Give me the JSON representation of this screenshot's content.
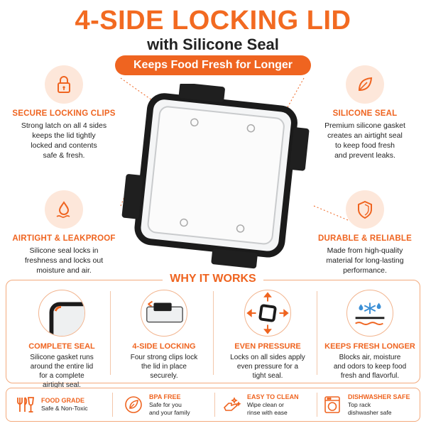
{
  "header": {
    "title": "4-SIDE LOCKING LID",
    "subtitle": "with Silicone Seal",
    "tagline": "Keeps Food Fresh for Longer"
  },
  "features": {
    "clips": {
      "title": "SECURE LOCKING CLIPS",
      "desc1": "Strong latch on all 4 sides",
      "desc2": "keeps the lid tightly",
      "desc3": "locked and contents",
      "desc4": "safe & fresh.",
      "icon": "lock-icon"
    },
    "seal": {
      "title": "SILICONE SEAL",
      "desc1": "Premium silicone gasket",
      "desc2": "creates an airtight seal",
      "desc3": "to keep food fresh",
      "desc4": "and prevent leaks.",
      "icon": "leaf-icon"
    },
    "airtight": {
      "title": "AIRTIGHT & LEAKPROOF",
      "desc1": "Silicone seal locks in",
      "desc2": "freshness and locks out",
      "desc3": "moisture and air.",
      "icon": "droplet-icon"
    },
    "durable": {
      "title": "DURABLE & RELIABLE",
      "desc1": "Made from high-quality",
      "desc2": "material for long-lasting",
      "desc3": "performance.",
      "icon": "shield-icon"
    }
  },
  "why": {
    "title": "WHY IT WORKS",
    "items": [
      {
        "title": "COMPLETE SEAL",
        "desc1": "Silicone gasket runs",
        "desc2": "around the entire lid",
        "desc3": "for a complete",
        "desc4": "airtight seal."
      },
      {
        "title": "4-SIDE LOCKING",
        "desc1": "Four strong clips lock",
        "desc2": "the lid in place",
        "desc3": "securely.",
        "desc4": ""
      },
      {
        "title": "EVEN PRESSURE",
        "desc1": "Locks on all sides apply",
        "desc2": "even pressure for a",
        "desc3": "tight seal.",
        "desc4": ""
      },
      {
        "title": "KEEPS FRESH LONGER",
        "desc1": "Blocks air, moisture",
        "desc2": "and odors to keep food",
        "desc3": "fresh and flavorful.",
        "desc4": ""
      }
    ]
  },
  "bottom": [
    {
      "title": "FOOD GRADE",
      "desc1": "Safe & Non-Toxic",
      "desc2": "",
      "icon": "fork-knife-glass-icon"
    },
    {
      "title": "BPA FREE",
      "desc1": "Safe for you",
      "desc2": "and your family",
      "icon": "leaf-circle-icon"
    },
    {
      "title": "EASY TO CLEAN",
      "desc1": "Wipe clean or",
      "desc2": "rinse with ease",
      "icon": "hand-wipe-icon"
    },
    {
      "title": "DISHWASHER SAFE",
      "desc1": "Top rack",
      "desc2": "dishwasher safe",
      "icon": "dishwasher-icon"
    }
  ],
  "colors": {
    "accent": "#ef6420",
    "accent_light": "#fde7da",
    "text": "#222222"
  }
}
